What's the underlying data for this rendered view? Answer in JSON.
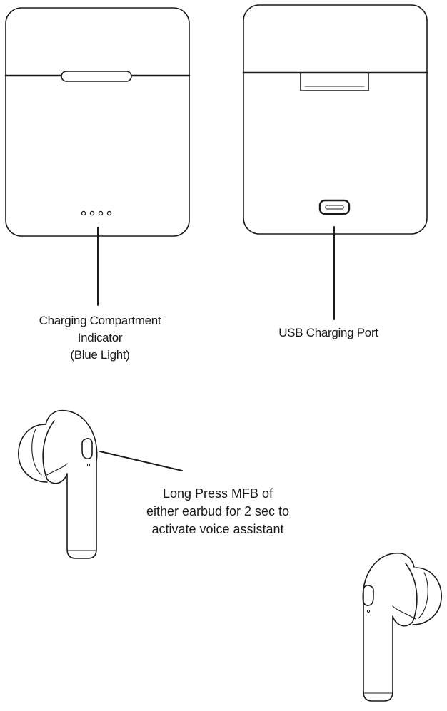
{
  "labels": {
    "charging_indicator": {
      "line1": "Charging Compartment",
      "line2": "Indicator",
      "line3": "(Blue Light)"
    },
    "usb_port": "USB Charging Port",
    "mfb": {
      "line1": "Long Press MFB of",
      "line2": "either earbud for 2 sec to",
      "line3": "activate voice assistant"
    }
  },
  "colors": {
    "line": "#1a1a1a",
    "background": "#ffffff"
  }
}
